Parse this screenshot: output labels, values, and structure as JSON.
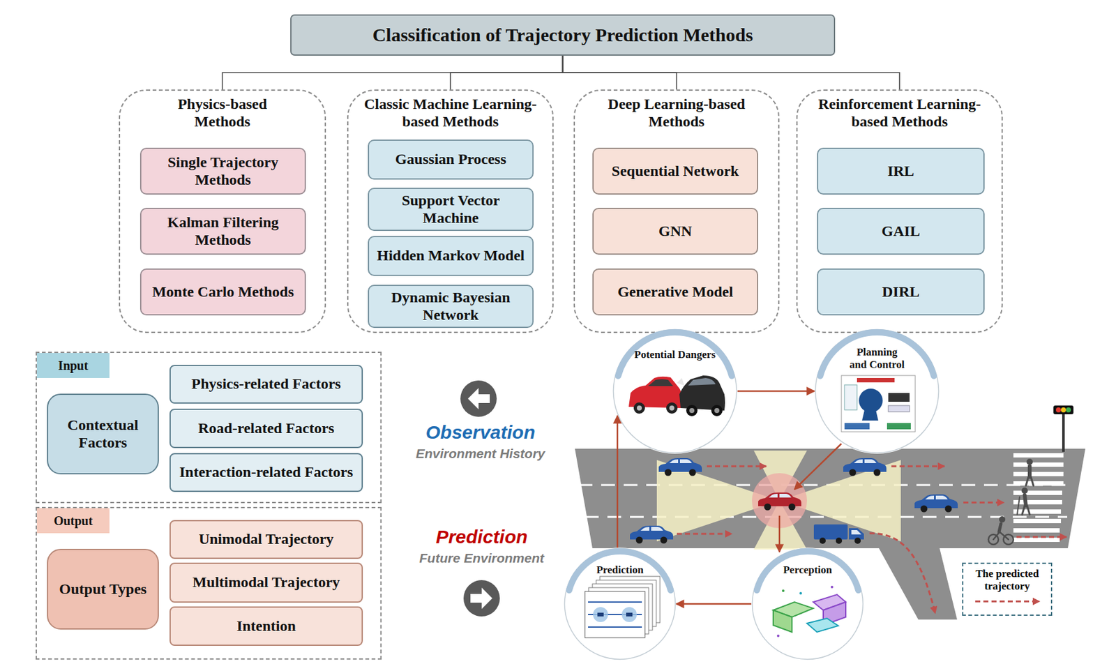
{
  "diagram": {
    "nodes": [
      {
        "text": [
          "Classification of Trajectory Prediction Methods"
        ]
      },
      {
        "text": [
          "Physics-based Methods"
        ]
      },
      {
        "text": [
          "Single Trajectory Methods"
        ],
        "in": 1
      },
      {
        "text": [
          "Kalman Filtering Methods"
        ],
        "in": 1
      },
      {
        "text": [
          "Monte Carlo Methods"
        ],
        "in": 1
      },
      {
        "text": [
          "Classic Machine Learning-based Methods"
        ]
      },
      {
        "text": [
          "Gaussian Process"
        ],
        "in": 5
      },
      {
        "text": [
          "Support Vector Machine"
        ],
        "in": 5
      },
      {
        "text": [
          "Hidden Markov Model"
        ],
        "in": 5
      },
      {
        "text": [
          "Dynamic Bayesian Network"
        ],
        "in": 5
      },
      {
        "text": [
          "Deep Learning-based Methods"
        ]
      },
      {
        "text": [
          "Sequential Network"
        ],
        "in": 10
      },
      {
        "text": [
          "GNN"
        ],
        "in": 10
      },
      {
        "text": [
          "Generative Model"
        ],
        "in": 10
      },
      {
        "text": [
          "Reinforcement Learning-based Methods"
        ]
      },
      {
        "text": [
          "IRL"
        ],
        "in": 14
      },
      {
        "text": [
          "GAIL"
        ],
        "in": 14
      },
      {
        "text": [
          "DIRL"
        ],
        "in": 14
      },
      {
        "text": [
          "Input"
        ]
      },
      {
        "text": [
          "Contextual Factors"
        ],
        "in": 18
      },
      {
        "text": [
          "Physics-related Factors"
        ],
        "in": 18
      },
      {
        "text": [
          "Road-related Factors"
        ],
        "in": 18
      },
      {
        "text": [
          "Interaction-related Factors"
        ],
        "in": 18
      },
      {
        "text": [
          "Output"
        ]
      },
      {
        "text": [
          "Output Types"
        ],
        "in": 23
      },
      {
        "text": [
          "Unimodal Trajectory"
        ],
        "in": 23
      },
      {
        "text": [
          "Multimodal Trajectory"
        ],
        "in": 23
      },
      {
        "text": [
          "Intention"
        ],
        "in": 23
      },
      {
        "text": [
          "Potential Dangers"
        ]
      },
      {
        "text": [
          "Planning and Control"
        ]
      },
      {
        "text": [
          "Prediction"
        ]
      },
      {
        "text": [
          "Perception"
        ]
      }
    ],
    "edges": [
      {
        "from": 0,
        "to": 1,
        "arrow": "none"
      },
      {
        "from": 0,
        "to": 5,
        "arrow": "none"
      },
      {
        "from": 0,
        "to": 10,
        "arrow": "none"
      },
      {
        "from": 0,
        "to": 14,
        "arrow": "none"
      },
      {
        "from": 28,
        "to": 29,
        "arrow": "to"
      },
      {
        "from": 31,
        "to": 30,
        "arrow": "to"
      },
      {
        "from": 30,
        "to": 28,
        "arrow": "to"
      }
    ],
    "labels": [
      "Observation",
      "Environment History",
      "Prediction",
      "Future Environment"
    ],
    "legend": [
      {
        "text": "The predicted trajectory"
      }
    ]
  }
}
